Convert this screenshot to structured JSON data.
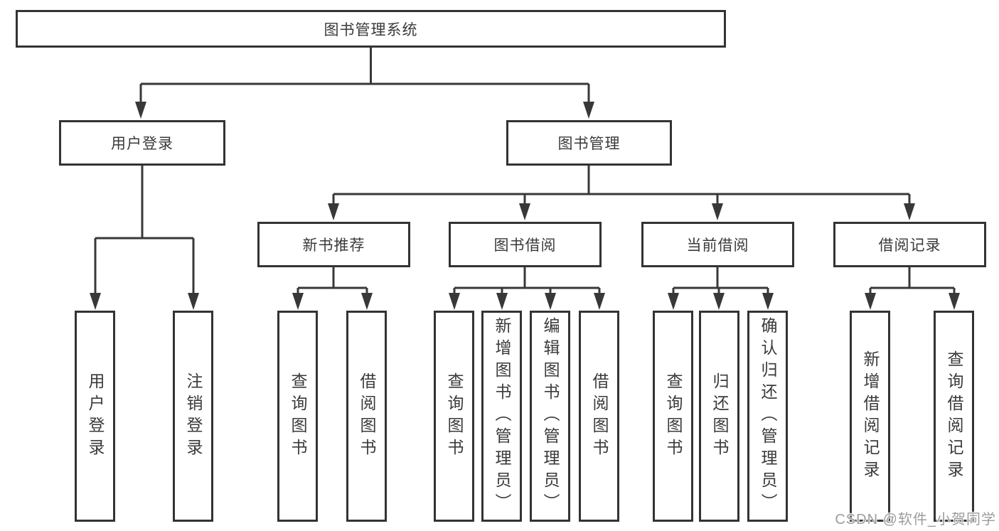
{
  "tree": {
    "label": "图书管理系统",
    "children": [
      {
        "label": "用户登录",
        "children": [
          {
            "label": "用户登录"
          },
          {
            "label": "注销登录"
          }
        ]
      },
      {
        "label": "图书管理",
        "children": [
          {
            "label": "新书推荐",
            "children": [
              {
                "label": "查询图书"
              },
              {
                "label": "借阅图书"
              }
            ]
          },
          {
            "label": "图书借阅",
            "children": [
              {
                "label": "查询图书"
              },
              {
                "label": "新增图书（管理员）"
              },
              {
                "label": "编辑图书（管理员）"
              },
              {
                "label": "借阅图书"
              }
            ]
          },
          {
            "label": "当前借阅",
            "children": [
              {
                "label": "查询图书"
              },
              {
                "label": "归还图书"
              },
              {
                "label": "确认归还（管理员）"
              }
            ]
          },
          {
            "label": "借阅记录",
            "children": [
              {
                "label": "新增借阅记录"
              },
              {
                "label": "查询借阅记录"
              }
            ]
          }
        ]
      }
    ]
  },
  "watermark": {
    "text": "CSDN @软件_小贺同学"
  },
  "colors": {
    "line": "#383838",
    "box_border": "#333333",
    "text": "#3a3a3a",
    "watermark": "#9c9c9c",
    "background": "#ffffff"
  }
}
